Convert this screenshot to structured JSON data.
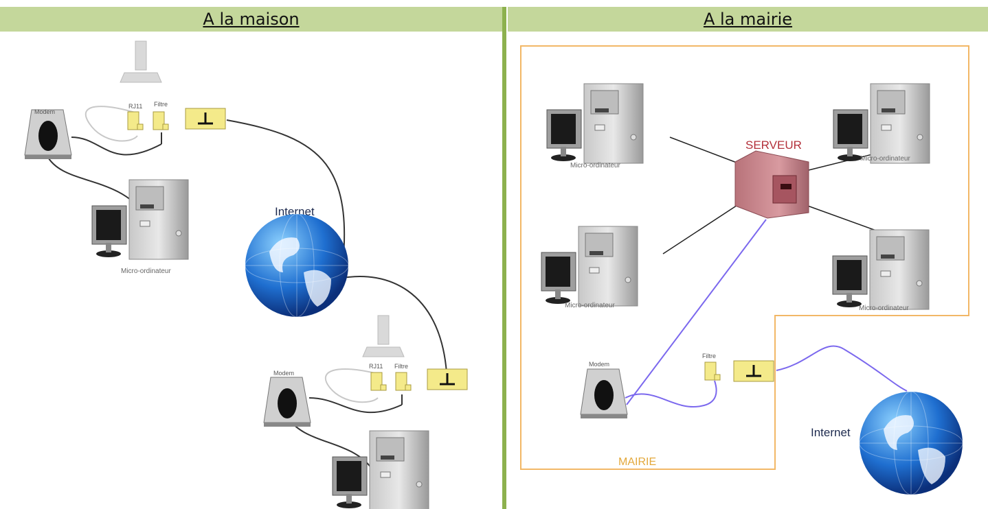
{
  "headers": {
    "left": "A la maison",
    "right": "A la mairie"
  },
  "labels": {
    "modem": "Modem",
    "rj11": "RJ11",
    "filtre": "Filtre",
    "internet": "Internet",
    "micro": "Micro-ordinateur",
    "serveur": "SERVEUR",
    "mairie": "MAIRIE",
    "socket_symbol": "⊥"
  },
  "colors": {
    "header_bg": "#c4d79b",
    "divider": "#8db14e",
    "boundary": "#f2b766",
    "purple_link": "#7b68ee",
    "server": "#c98a90",
    "filter_box": "#f4ea8a"
  }
}
